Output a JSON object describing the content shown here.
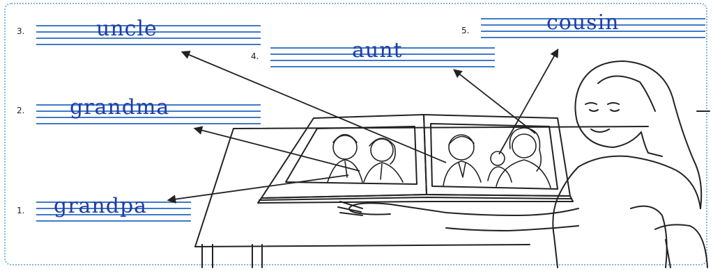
{
  "labels": [
    {
      "number": "3.",
      "word": "uncle"
    },
    {
      "number": "4.",
      "word": "aunt"
    },
    {
      "number": "5.",
      "word": "cousin"
    },
    {
      "number": "2.",
      "word": "grandma"
    },
    {
      "number": "1.",
      "word": "grandpa"
    }
  ],
  "colors": {
    "writing": "#1e3ea8",
    "guide_lines": "#3f79c7",
    "frame": "#7fb7d6",
    "drawing": "#222222"
  }
}
